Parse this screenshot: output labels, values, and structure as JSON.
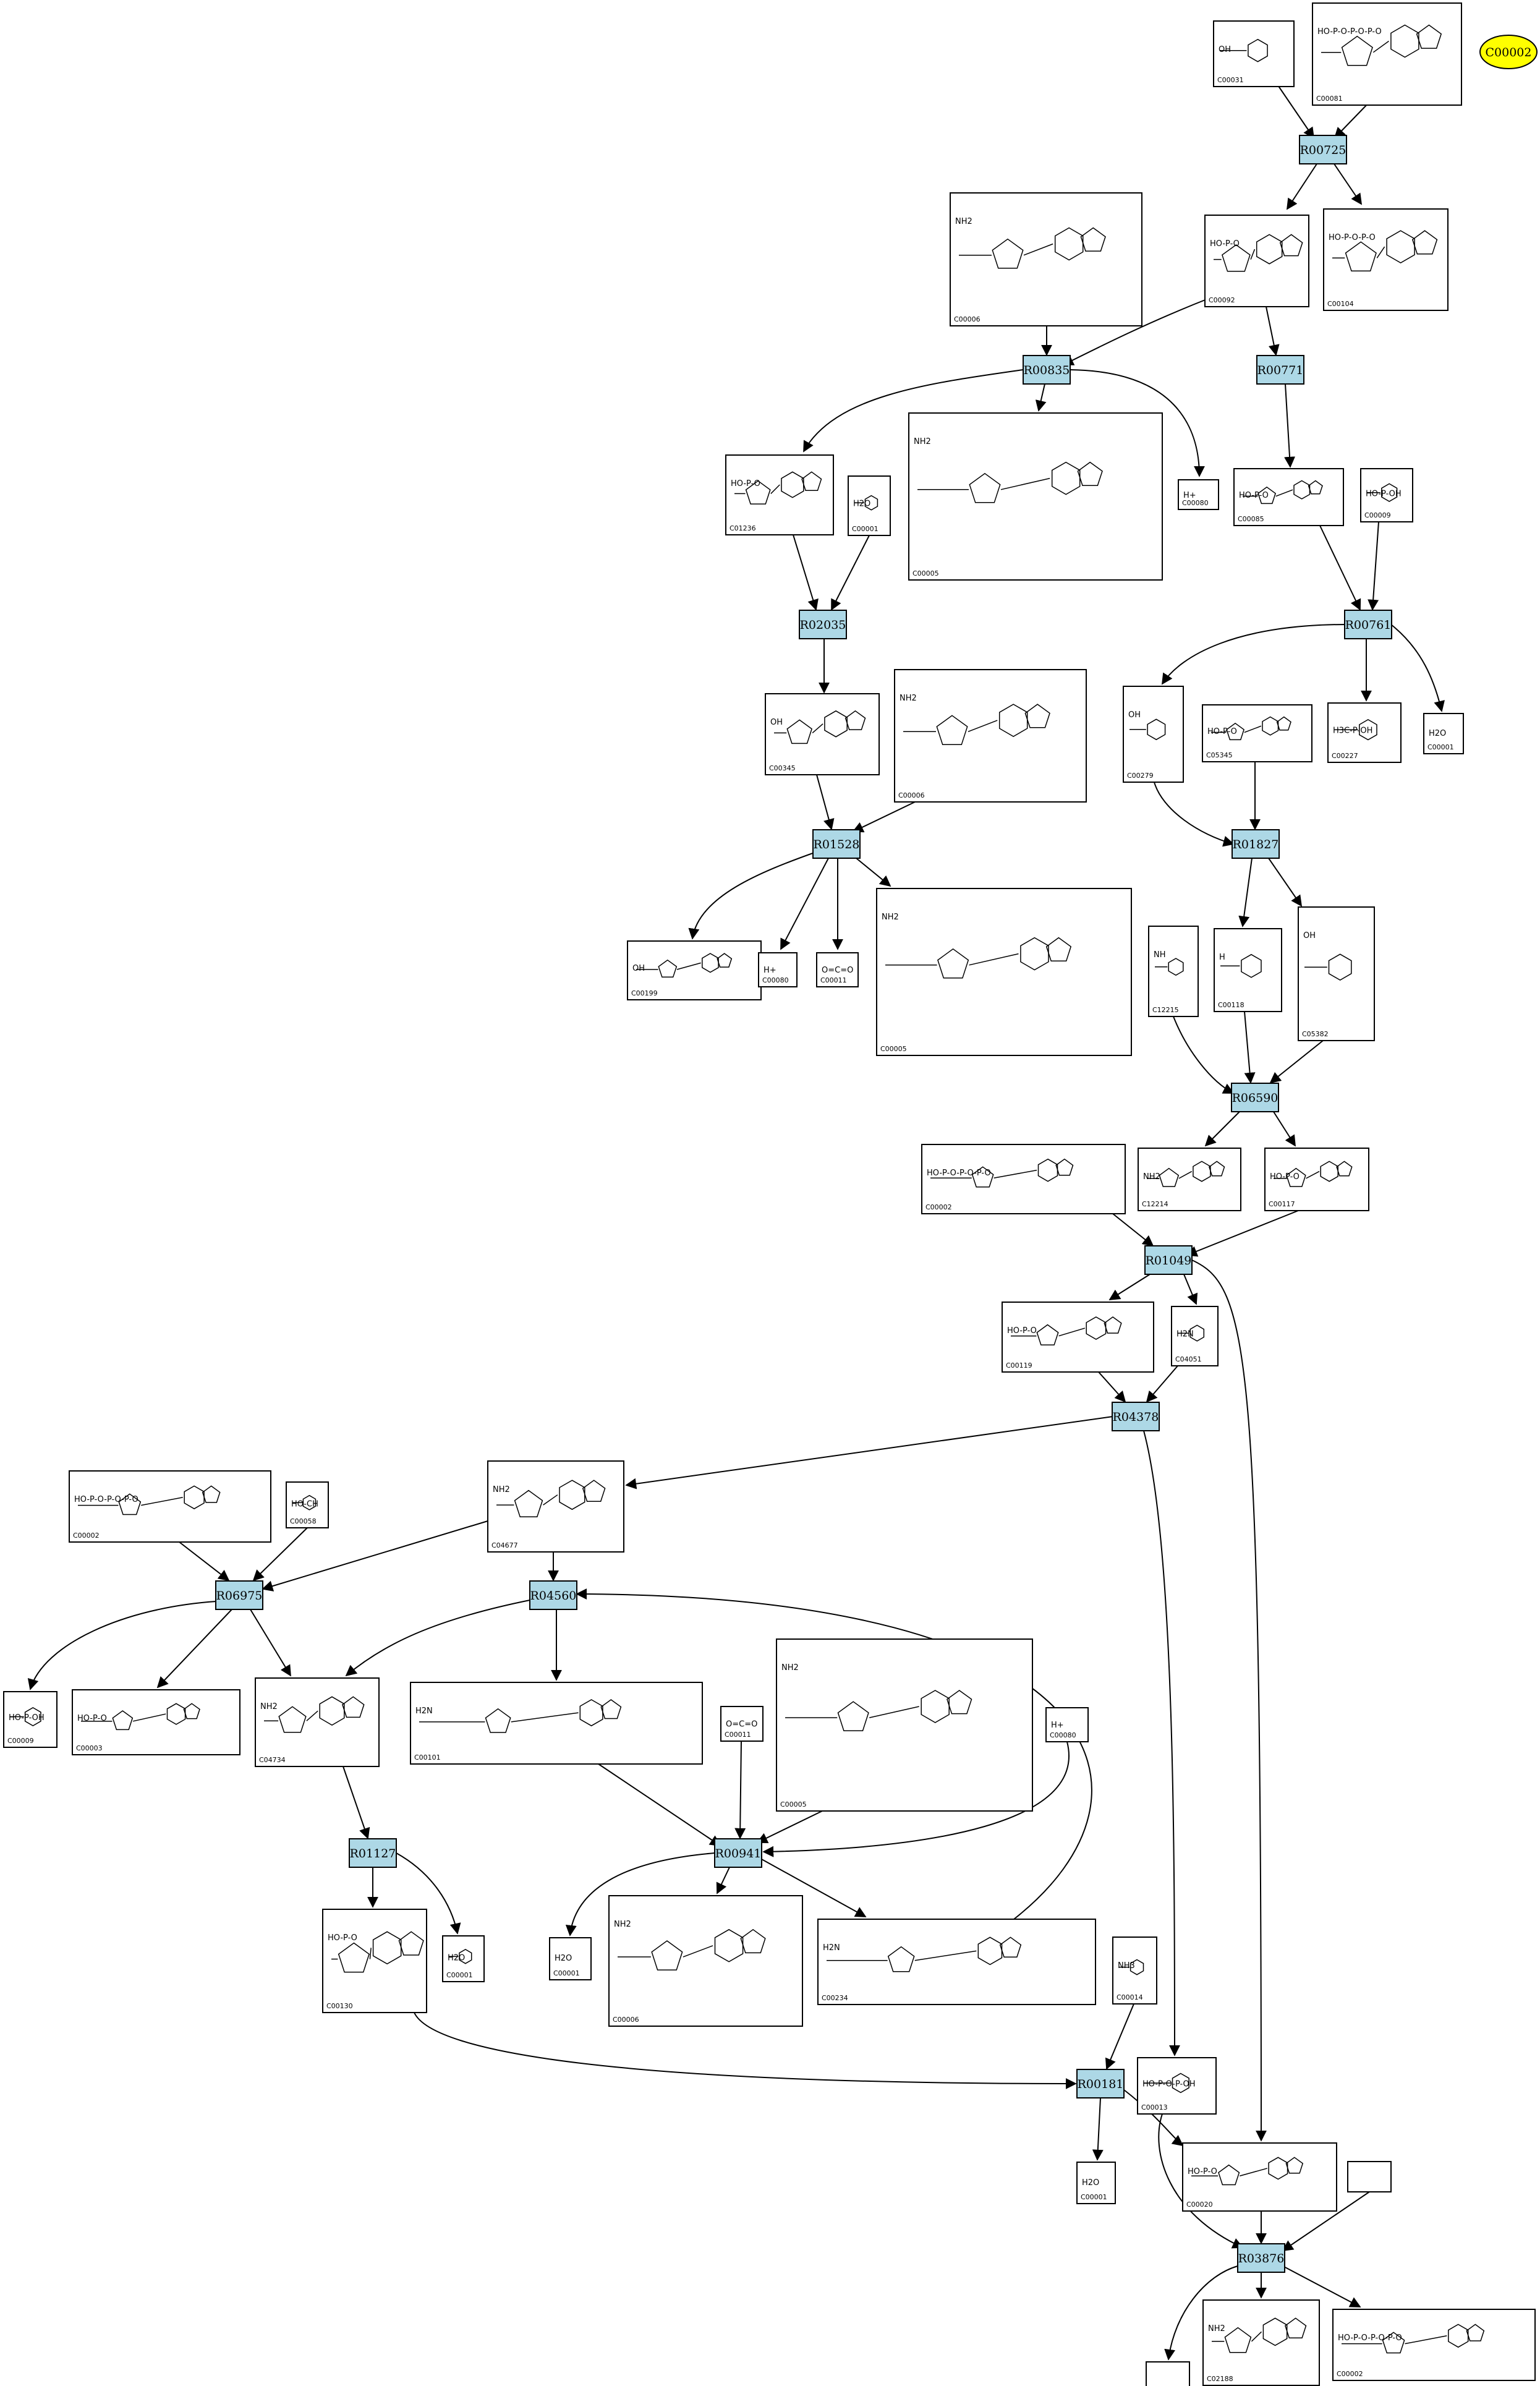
{
  "highlight": {
    "label": "C00002"
  },
  "reactions": [
    {
      "id": "R00725",
      "label": "R00725"
    },
    {
      "id": "R00835",
      "label": "R00835"
    },
    {
      "id": "R00771",
      "label": "R00771"
    },
    {
      "id": "R02035",
      "label": "R02035"
    },
    {
      "id": "R00761",
      "label": "R00761"
    },
    {
      "id": "R01528",
      "label": "R01528"
    },
    {
      "id": "R01827",
      "label": "R01827"
    },
    {
      "id": "R06590",
      "label": "R06590"
    },
    {
      "id": "R01049",
      "label": "R01049"
    },
    {
      "id": "R04378",
      "label": "R04378"
    },
    {
      "id": "R06975",
      "label": "R06975"
    },
    {
      "id": "R04560",
      "label": "R04560"
    },
    {
      "id": "R01127",
      "label": "R01127"
    },
    {
      "id": "R00941",
      "label": "R00941"
    },
    {
      "id": "R00181",
      "label": "R00181"
    },
    {
      "id": "R03876",
      "label": "R03876"
    }
  ],
  "compounds": [
    {
      "id": "c1",
      "label": "C00031",
      "text": "OH"
    },
    {
      "id": "c2",
      "label": "C00081",
      "text": "HO-P-O-P-O-P-O"
    },
    {
      "id": "c3",
      "label": "C00006",
      "text": "NH2"
    },
    {
      "id": "c4",
      "label": "C00092",
      "text": "HO-P-O"
    },
    {
      "id": "c5",
      "label": "C00104",
      "text": "HO-P-O-P-O"
    },
    {
      "id": "c6",
      "label": "C00005",
      "text": "NH2"
    },
    {
      "id": "c7",
      "label": "C01236",
      "text": "HO-P-O"
    },
    {
      "id": "c8",
      "label": "C00001",
      "text": "H2O"
    },
    {
      "id": "c9",
      "label": "C00080",
      "text": "H+"
    },
    {
      "id": "c10",
      "label": "C00085",
      "text": "HO-P-O"
    },
    {
      "id": "c11",
      "label": "C00009",
      "text": "HO-P-OH"
    },
    {
      "id": "c12",
      "label": "C00345",
      "text": "OH"
    },
    {
      "id": "c13",
      "label": "C00006",
      "text": "NH2"
    },
    {
      "id": "c14",
      "label": "C00279",
      "text": "OH"
    },
    {
      "id": "c15",
      "label": "C05345",
      "text": "HO-P-O"
    },
    {
      "id": "c16",
      "label": "C00227",
      "text": "H3C-P-OH"
    },
    {
      "id": "c17",
      "label": "C00001",
      "text": "H2O"
    },
    {
      "id": "c18",
      "label": "C00199",
      "text": "OH"
    },
    {
      "id": "c19",
      "label": "C00080",
      "text": "H+"
    },
    {
      "id": "c20",
      "label": "C00011",
      "text": "O=C=O"
    },
    {
      "id": "c21",
      "label": "C00005",
      "text": "NH2"
    },
    {
      "id": "c22",
      "label": "C12215",
      "text": "NH"
    },
    {
      "id": "c23",
      "label": "C00118",
      "text": "H"
    },
    {
      "id": "c24",
      "label": "C05382",
      "text": "OH"
    },
    {
      "id": "c25",
      "label": "C00002",
      "text": "HO-P-O-P-O-P-O"
    },
    {
      "id": "c26",
      "label": "C12214",
      "text": "NH2"
    },
    {
      "id": "c27",
      "label": "C00117",
      "text": "HO-P-O"
    },
    {
      "id": "c28",
      "label": "C00119",
      "text": "HO-P-O"
    },
    {
      "id": "c29",
      "label": "C04051",
      "text": "H2N"
    },
    {
      "id": "c30",
      "label": "C00002",
      "text": "HO-P-O-P-O-P-O"
    },
    {
      "id": "c31",
      "label": "C00058",
      "text": "HO-CH"
    },
    {
      "id": "c32",
      "label": "C04677",
      "text": "NH2"
    },
    {
      "id": "c33",
      "label": "C00009",
      "text": "HO-P-OH"
    },
    {
      "id": "c34",
      "label": "C00003",
      "text": "HO-P-O"
    },
    {
      "id": "c35",
      "label": "C04734",
      "text": "NH2"
    },
    {
      "id": "c36",
      "label": "C00101",
      "text": "H2N"
    },
    {
      "id": "c37",
      "label": "C00011",
      "text": "O=C=O"
    },
    {
      "id": "c38",
      "label": "C00005",
      "text": "NH2"
    },
    {
      "id": "c39",
      "label": "C00080",
      "text": "H+"
    },
    {
      "id": "c40",
      "label": "C00001",
      "text": "H2O"
    },
    {
      "id": "c41",
      "label": "C00130",
      "text": "HO-P-O"
    },
    {
      "id": "c42",
      "label": "C00001",
      "text": "H2O"
    },
    {
      "id": "c43",
      "label": "C00006",
      "text": "NH2"
    },
    {
      "id": "c44",
      "label": "C00234",
      "text": "H2N"
    },
    {
      "id": "c45",
      "label": "C00014",
      "text": "NH3"
    },
    {
      "id": "c46",
      "label": "C00013",
      "text": "HO-P-O-P-OH"
    },
    {
      "id": "c47",
      "label": "C00001",
      "text": "H2O"
    },
    {
      "id": "c48",
      "label": "C00020",
      "text": "HO-P-O"
    },
    {
      "id": "c49",
      "label": "",
      "text": ""
    },
    {
      "id": "c50",
      "label": "",
      "text": ""
    },
    {
      "id": "c51",
      "label": "C02188",
      "text": "NH2"
    },
    {
      "id": "c52",
      "label": "C00002",
      "text": "HO-P-O-P-O-P-O"
    }
  ]
}
